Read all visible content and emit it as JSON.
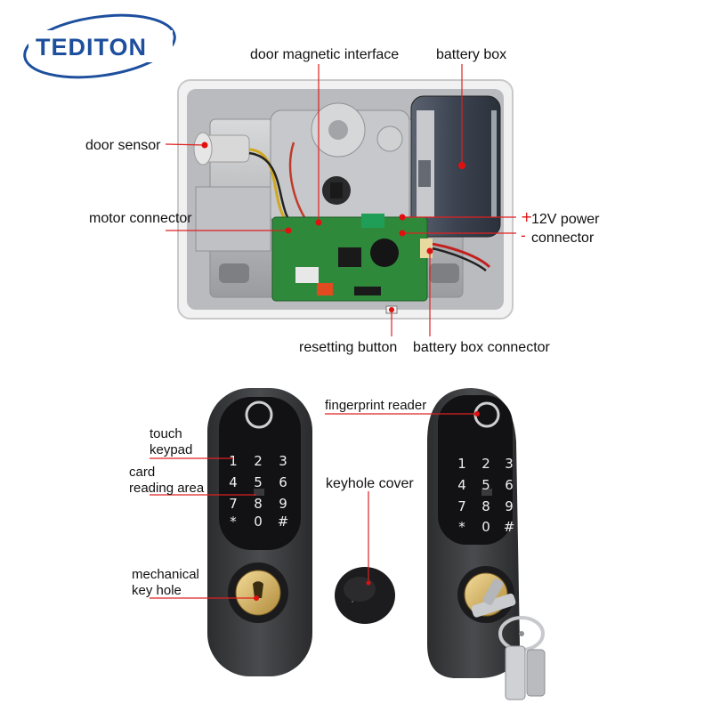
{
  "brand": {
    "name": "TEDITON",
    "color": "#1d4f9e"
  },
  "colors": {
    "accent": "#e01010",
    "pcb": "#2e8a3a",
    "lock_body": "#3a3b3d"
  },
  "labels": {
    "door_magnetic_interface": "door magnetic interface",
    "battery_box": "battery box",
    "door_sensor": "door sensor",
    "motor_connector": "motor connector",
    "plus_sign": "+",
    "minus_sign": "-",
    "power_line1": "12V power",
    "power_line2": "connector",
    "resetting_button": "resetting button",
    "battery_box_connector": "battery box connector",
    "touch_keypad_line1": "touch",
    "touch_keypad_line2": "keypad",
    "card_area_line1": "card",
    "card_area_line2": "reading area",
    "mechanical_line1": "mechanical",
    "mechanical_line2": "key hole",
    "keyhole_cover": "keyhole cover",
    "fingerprint_reader": "fingerprint reader"
  },
  "keypad": [
    "1",
    "2",
    "3",
    "4",
    "5",
    "6",
    "7",
    "8",
    "9",
    "*",
    "0",
    "#"
  ]
}
